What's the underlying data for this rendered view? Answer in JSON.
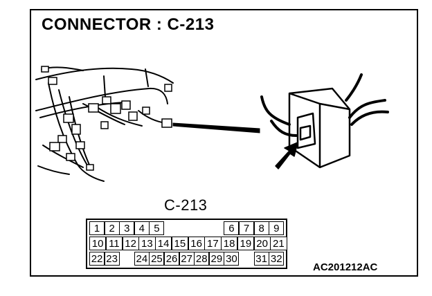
{
  "title": "CONNECTOR : C-213",
  "connector_label": "C-213",
  "figure_code": "AC201212AC",
  "pins": {
    "row1": [
      "1",
      "2",
      "3",
      "4",
      "5",
      "6",
      "7",
      "8",
      "9"
    ],
    "row2": [
      "10",
      "11",
      "12",
      "13",
      "14",
      "15",
      "16",
      "17",
      "18",
      "19",
      "20",
      "21"
    ],
    "row3": [
      "22",
      "23",
      "24",
      "25",
      "26",
      "27",
      "28",
      "29",
      "30",
      "31",
      "32"
    ]
  },
  "colors": {
    "ink": "#000000",
    "background": "#ffffff"
  }
}
